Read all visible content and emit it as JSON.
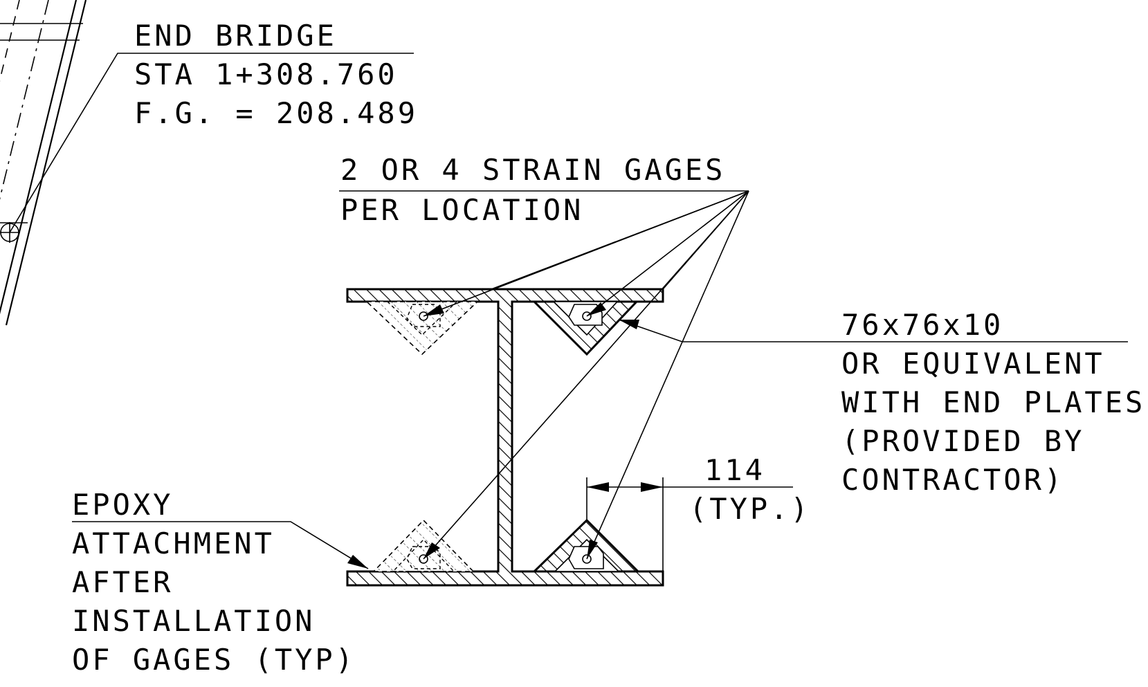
{
  "labels": {
    "end_bridge": {
      "title": "END BRIDGE",
      "station": "STA 1+308.760",
      "finished_grade": "F.G. = 208.489"
    },
    "strain_gages": {
      "line1": "2 OR 4 STRAIN GAGES",
      "line2": "PER LOCATION"
    },
    "angle_spec": {
      "line1": "76x76x10",
      "line2": "OR EQUIVALENT",
      "line3": "WITH END PLATES",
      "line4": "(PROVIDED BY",
      "line5": "CONTRACTOR)"
    },
    "dimension": {
      "value": "114",
      "note": "(TYP.)"
    },
    "epoxy": {
      "line1": "EPOXY",
      "line2": "ATTACHMENT",
      "line3": "AFTER",
      "line4": "INSTALLATION",
      "line5": "OF GAGES (TYP)"
    }
  }
}
